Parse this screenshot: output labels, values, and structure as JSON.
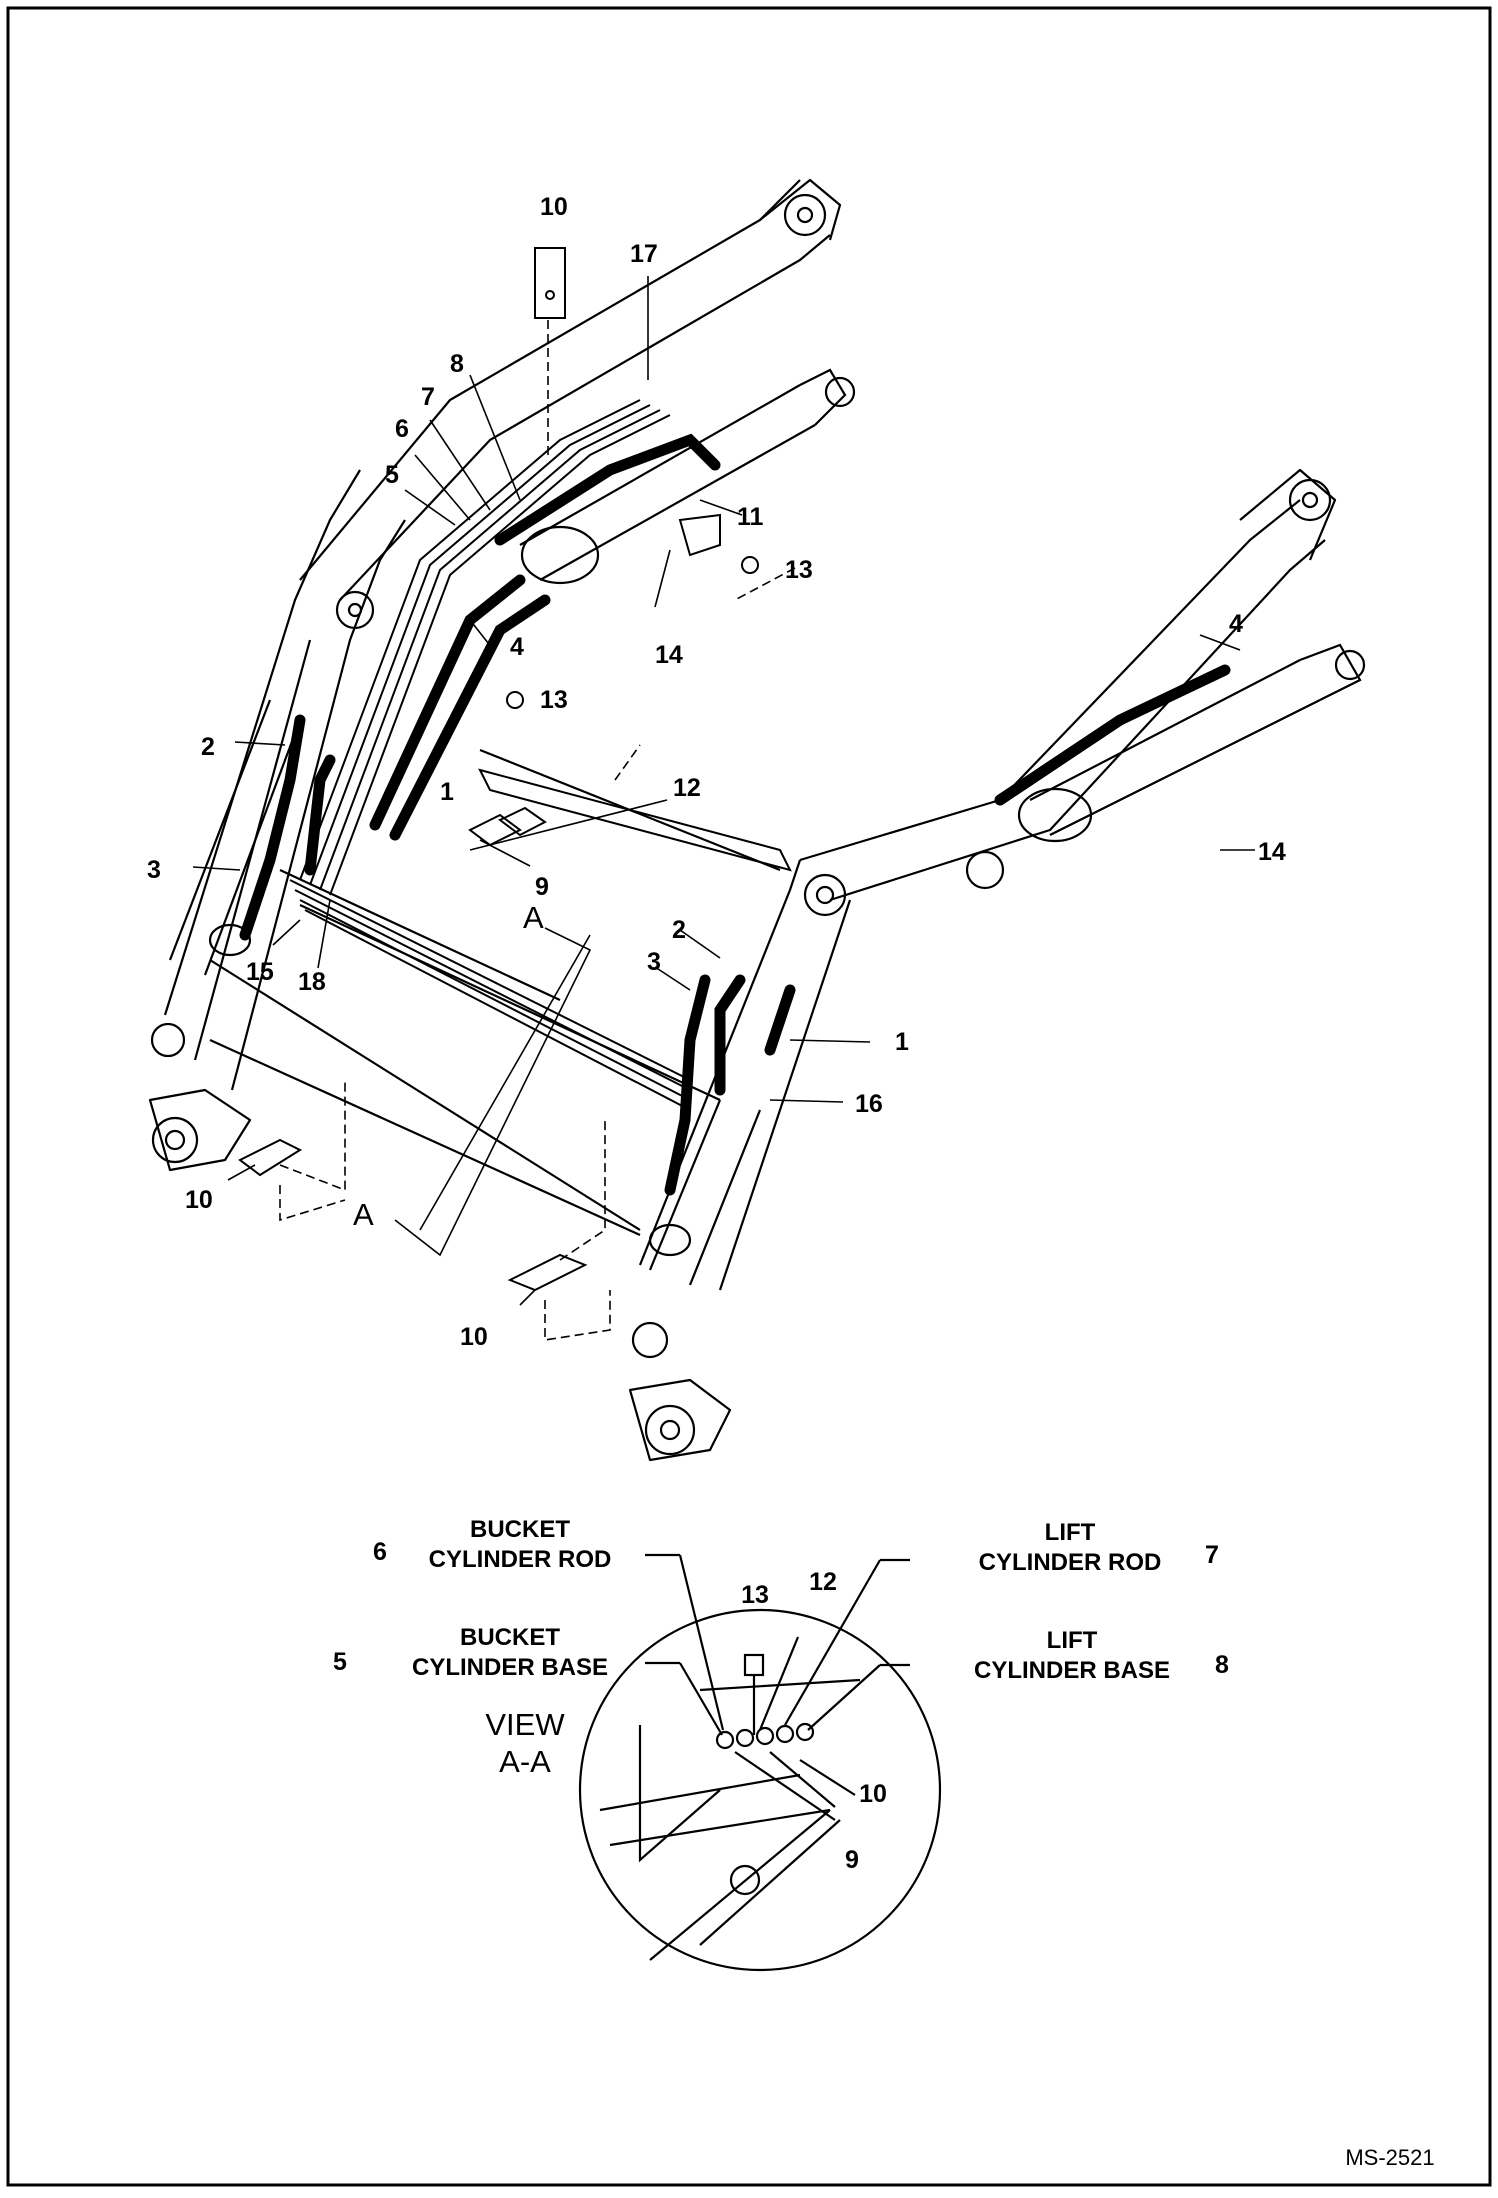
{
  "diagram": {
    "callouts": {
      "c10a": "10",
      "c17": "17",
      "c8": "8",
      "c7": "7",
      "c6": "6",
      "c5": "5",
      "c11": "11",
      "c13a": "13",
      "c14a": "14",
      "c4a": "4",
      "c13b": "13",
      "c2a": "2",
      "c1a": "1",
      "c12": "12",
      "c4b": "4",
      "c3a": "3",
      "c9": "9",
      "c14b": "14",
      "cAa": "A",
      "c15": "15",
      "c18": "18",
      "c2b": "2",
      "c3b": "3",
      "c1b": "1",
      "c16": "16",
      "c10b": "10",
      "cAb": "A",
      "c10c": "10"
    },
    "detail": {
      "bucket_rod_num": "6",
      "bucket_rod_line1": "BUCKET",
      "bucket_rod_line2": "CYLINDER ROD",
      "lift_rod_num": "7",
      "lift_rod_line1": "LIFT",
      "lift_rod_line2": "CYLINDER ROD",
      "bucket_base_num": "5",
      "bucket_base_line1": "BUCKET",
      "bucket_base_line2": "CYLINDER BASE",
      "lift_base_num": "8",
      "lift_base_line1": "LIFT",
      "lift_base_line2": "CYLINDER BASE",
      "c13": "13",
      "c12": "12",
      "c10": "10",
      "c9": "9",
      "view_line1": "VIEW",
      "view_line2": "A-A"
    },
    "drawing_code": "MS-2521"
  }
}
